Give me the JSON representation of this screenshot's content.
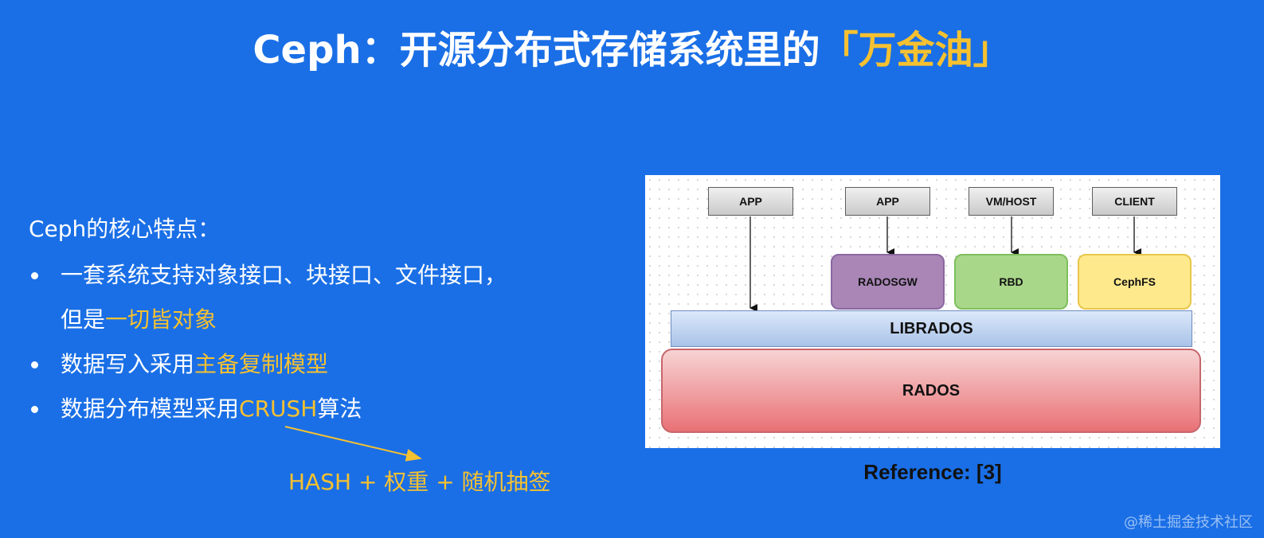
{
  "slide": {
    "title_prefix": "Ceph：开源分布式存储系统里的",
    "title_highlight": "「万金油」",
    "intro": "Ceph的核心特点：",
    "bullets": [
      {
        "line1": "一套系统支持对象接口、块接口、文件接口，",
        "line2_prefix": "但是",
        "line2_highlight": "一切皆对象"
      },
      {
        "prefix": "数据写入采用",
        "highlight": "主备复制模型"
      },
      {
        "prefix": "数据分布模型采用",
        "highlight": "CRUSH",
        "suffix": "算法"
      }
    ],
    "crush_note": "HASH + 权重 + 随机抽签",
    "reference": "Reference: [3]",
    "watermark": "@稀土掘金技术社区"
  },
  "diagram": {
    "top_boxes": [
      "APP",
      "APP",
      "VM/HOST",
      "CLIENT"
    ],
    "mid_boxes": [
      "RADOSGW",
      "RBD",
      "CephFS"
    ],
    "librados": "LIBRADOS",
    "rados": "RADOS"
  },
  "colors": {
    "background": "#1a6fe6",
    "highlight": "#f6c130",
    "radosgw": "#a986b6",
    "rbd": "#a9d78a",
    "cephfs": "#ffe98d",
    "librados": "#a9c3e8",
    "rados": "#e97175"
  }
}
